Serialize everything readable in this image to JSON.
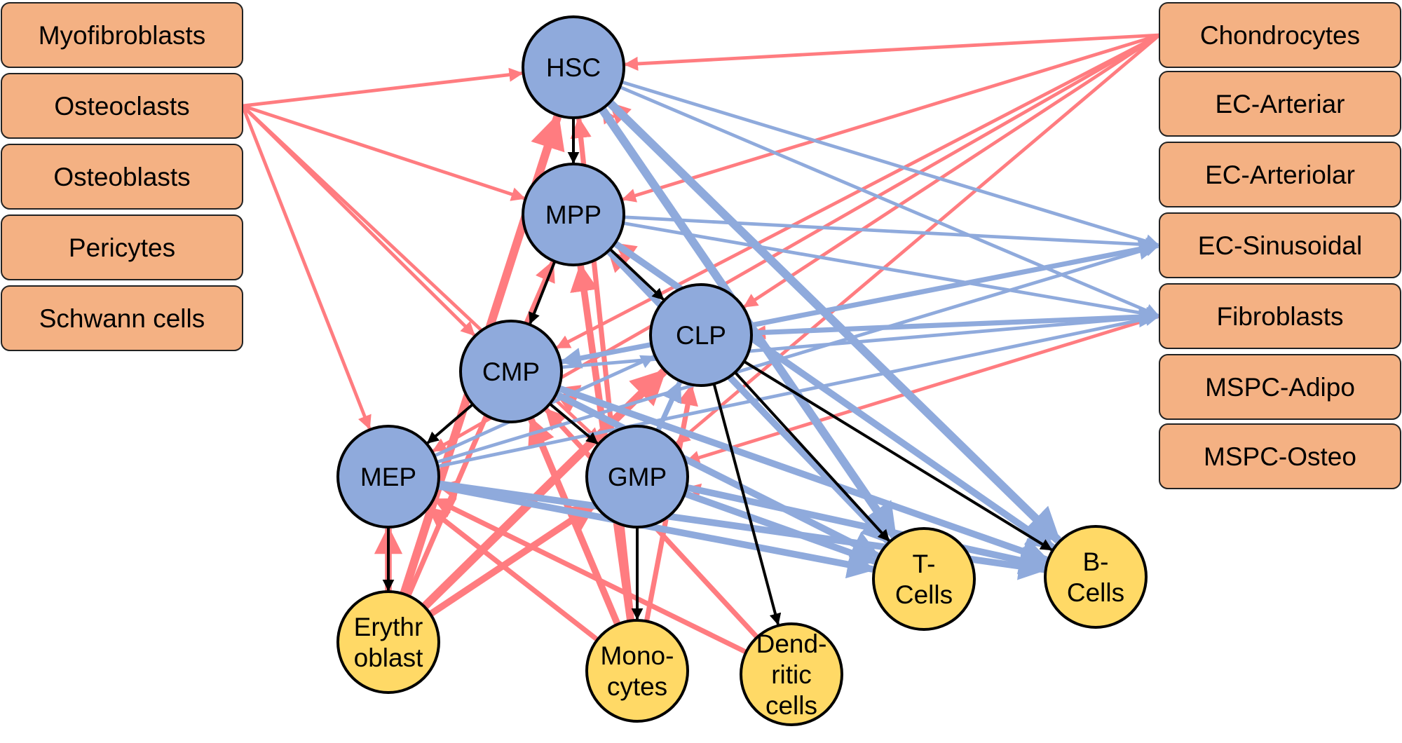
{
  "niche_cells_left": [
    {
      "id": "myofibroblasts",
      "label": "Myofibroblasts"
    },
    {
      "id": "osteoclasts",
      "label": "Osteoclasts"
    },
    {
      "id": "osteoblasts",
      "label": "Osteoblasts"
    },
    {
      "id": "pericytes",
      "label": "Pericytes"
    },
    {
      "id": "schwann",
      "label": "Schwann cells"
    }
  ],
  "niche_cells_right": [
    {
      "id": "chondrocytes",
      "label": "Chondrocytes"
    },
    {
      "id": "ec-arteriar",
      "label": "EC-Arteriar"
    },
    {
      "id": "ec-arteriolar",
      "label": "EC-Arteriolar"
    },
    {
      "id": "ec-sinusoidal",
      "label": "EC-Sinusoidal"
    },
    {
      "id": "fibroblasts",
      "label": "Fibroblasts"
    },
    {
      "id": "mspc-adipo",
      "label": "MSPC-Adipo"
    },
    {
      "id": "mspc-osteo",
      "label": "MSPC-Osteo"
    }
  ],
  "progenitors": [
    {
      "id": "hsc",
      "lines": [
        "HSC"
      ]
    },
    {
      "id": "mpp",
      "lines": [
        "MPP"
      ]
    },
    {
      "id": "cmp",
      "lines": [
        "CMP"
      ]
    },
    {
      "id": "clp",
      "lines": [
        "CLP"
      ]
    },
    {
      "id": "mep",
      "lines": [
        "MEP"
      ]
    },
    {
      "id": "gmp",
      "lines": [
        "GMP"
      ]
    }
  ],
  "mature_cells": [
    {
      "id": "erythroblast",
      "lines": [
        "Erythr",
        "oblast"
      ]
    },
    {
      "id": "monocytes",
      "lines": [
        "Mono-",
        "cytes"
      ]
    },
    {
      "id": "dendritic",
      "lines": [
        "Dend-",
        "ritic",
        "cells"
      ]
    },
    {
      "id": "tcells",
      "lines": [
        "T-",
        "Cells"
      ]
    },
    {
      "id": "bcells",
      "lines": [
        "B-",
        "Cells"
      ]
    }
  ],
  "lineage_edges": [
    [
      "hsc",
      "mpp"
    ],
    [
      "mpp",
      "cmp"
    ],
    [
      "mpp",
      "clp"
    ],
    [
      "cmp",
      "mep"
    ],
    [
      "cmp",
      "gmp"
    ],
    [
      "mep",
      "erythroblast"
    ],
    [
      "gmp",
      "monocytes"
    ],
    [
      "clp",
      "dendritic"
    ],
    [
      "clp",
      "tcells"
    ],
    [
      "clp",
      "bcells"
    ]
  ],
  "red_edges": [
    [
      "osteoclasts",
      "hsc",
      2
    ],
    [
      "osteoclasts",
      "mpp",
      2
    ],
    [
      "osteoclasts",
      "cmp",
      2
    ],
    [
      "osteoclasts",
      "mep",
      2
    ],
    [
      "osteoclasts",
      "gmp",
      2
    ],
    [
      "chondrocytes",
      "hsc",
      2
    ],
    [
      "chondrocytes",
      "mpp",
      2
    ],
    [
      "chondrocytes",
      "cmp",
      2
    ],
    [
      "chondrocytes",
      "clp",
      2
    ],
    [
      "chondrocytes",
      "mep",
      2
    ],
    [
      "chondrocytes",
      "gmp",
      2
    ],
    [
      "fibroblasts",
      "clp",
      2
    ],
    [
      "fibroblasts",
      "gmp",
      2
    ],
    [
      "erythroblast",
      "hsc",
      5
    ],
    [
      "erythroblast",
      "mpp",
      3
    ],
    [
      "erythroblast",
      "mep",
      4
    ],
    [
      "erythroblast",
      "clp",
      5
    ],
    [
      "erythroblast",
      "gmp",
      4
    ],
    [
      "monocytes",
      "hsc",
      3
    ],
    [
      "monocytes",
      "mpp",
      4
    ],
    [
      "monocytes",
      "cmp",
      4
    ],
    [
      "monocytes",
      "clp",
      3
    ],
    [
      "monocytes",
      "mep",
      3
    ],
    [
      "tcells",
      "hsc",
      2
    ],
    [
      "tcells",
      "mpp",
      3
    ],
    [
      "tcells",
      "cmp",
      3
    ],
    [
      "tcells",
      "mep",
      3
    ],
    [
      "bcells",
      "hsc",
      3
    ],
    [
      "bcells",
      "mpp",
      3
    ],
    [
      "bcells",
      "cmp",
      3
    ],
    [
      "bcells",
      "gmp",
      2
    ],
    [
      "dendritic",
      "cmp",
      3
    ],
    [
      "dendritic",
      "mep",
      3
    ]
  ],
  "blue_edges": [
    [
      "hsc",
      "ec-sinusoidal",
      2
    ],
    [
      "hsc",
      "fibroblasts",
      2
    ],
    [
      "hsc",
      "tcells",
      5
    ],
    [
      "hsc",
      "bcells",
      5
    ],
    [
      "mpp",
      "ec-sinusoidal",
      2
    ],
    [
      "mpp",
      "fibroblasts",
      2
    ],
    [
      "mpp",
      "tcells",
      4
    ],
    [
      "mpp",
      "bcells",
      4
    ],
    [
      "clp",
      "ec-sinusoidal",
      3
    ],
    [
      "clp",
      "fibroblasts",
      3
    ],
    [
      "clp",
      "cmp",
      3
    ],
    [
      "cmp",
      "ec-sinusoidal",
      2
    ],
    [
      "cmp",
      "fibroblasts",
      2
    ],
    [
      "cmp",
      "tcells",
      4
    ],
    [
      "cmp",
      "bcells",
      4
    ],
    [
      "mep",
      "ec-sinusoidal",
      2
    ],
    [
      "mep",
      "fibroblasts",
      2
    ],
    [
      "mep",
      "tcells",
      4
    ],
    [
      "mep",
      "bcells",
      4
    ],
    [
      "mep",
      "clp",
      2
    ],
    [
      "gmp",
      "tcells",
      4
    ],
    [
      "gmp",
      "bcells",
      4
    ],
    [
      "gmp",
      "clp",
      3
    ]
  ],
  "colors": {
    "niche_box_fill": "#F4B183",
    "progenitor_fill": "#8FAADC",
    "mature_fill": "#FFD966",
    "red_edge": "#FF7C80",
    "blue_edge": "#8FAADC",
    "lineage_edge": "#000000"
  }
}
